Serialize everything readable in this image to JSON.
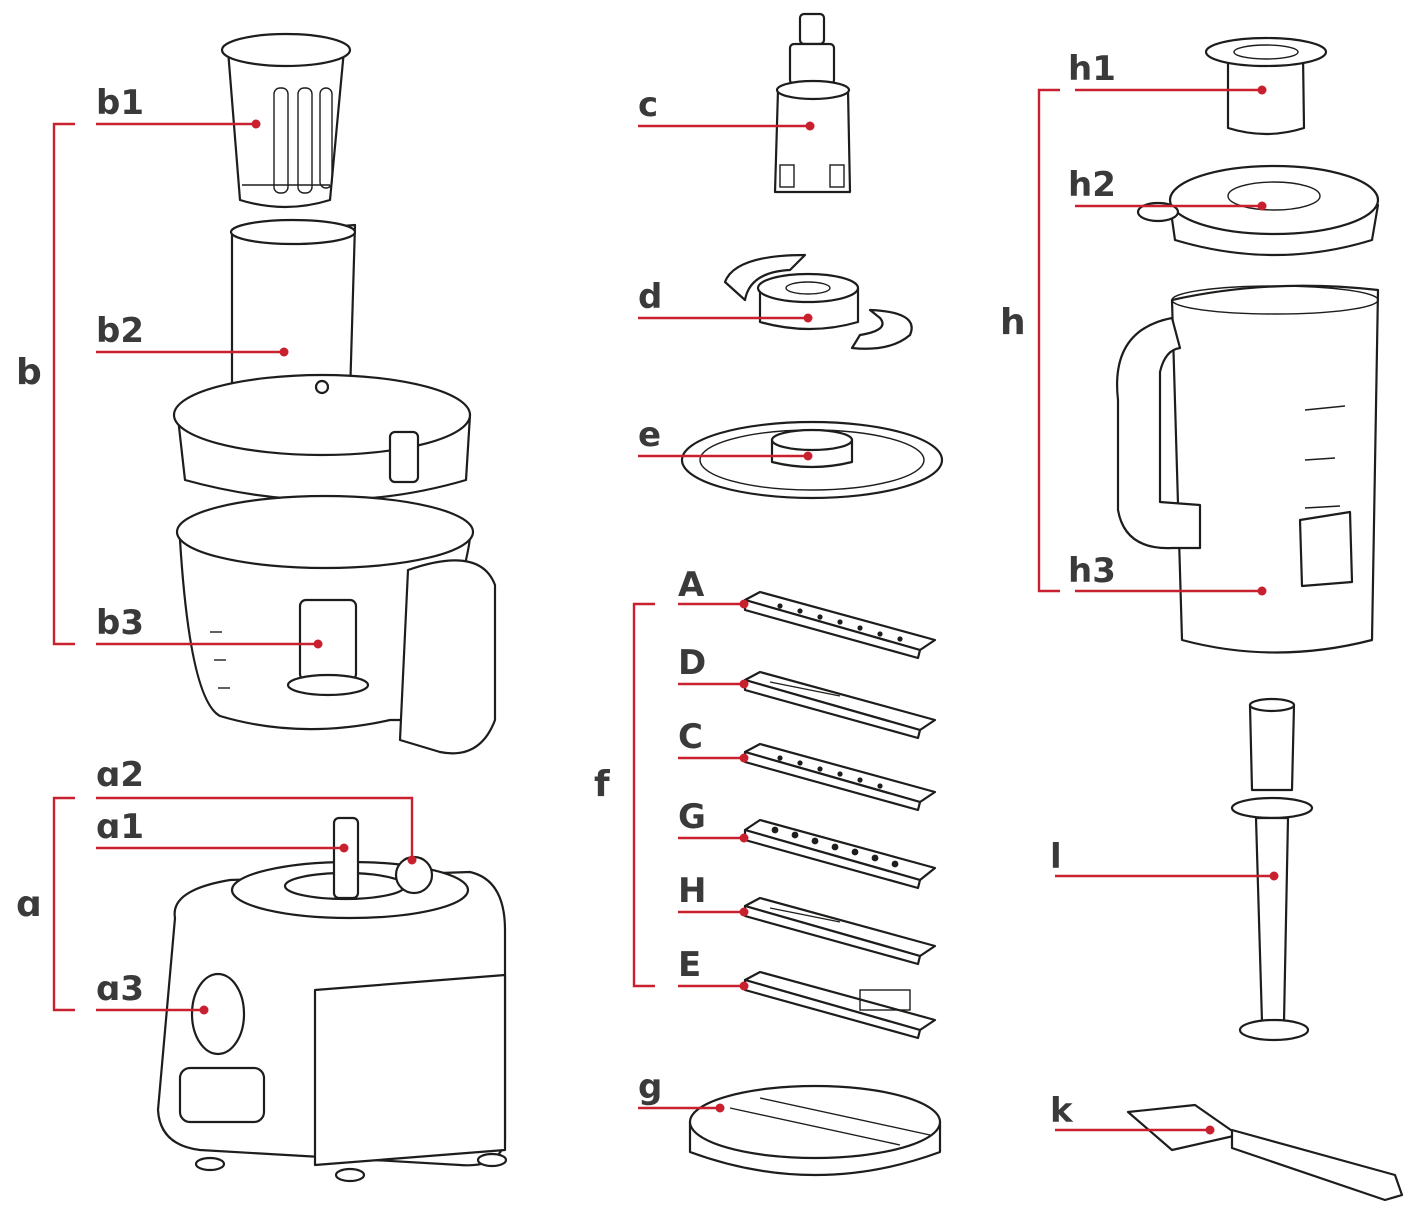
{
  "labels": {
    "b1": "b1",
    "b2": "b2",
    "b3": "b3",
    "b": "b",
    "a1": "ɑ1",
    "a2": "ɑ2",
    "a3": "ɑ3",
    "a": "ɑ",
    "c": "c",
    "d": "d",
    "e": "e",
    "A": "A",
    "D": "D",
    "C": "C",
    "G": "G",
    "H": "H",
    "E": "E",
    "f": "f",
    "g": "g",
    "h1": "h1",
    "h2": "h2",
    "h3": "h3",
    "h": "h",
    "l": "l",
    "k": "k"
  },
  "colors": {
    "leader": "#c8202e",
    "outline": "#1d1d1b",
    "label": "#3a3a3a"
  }
}
